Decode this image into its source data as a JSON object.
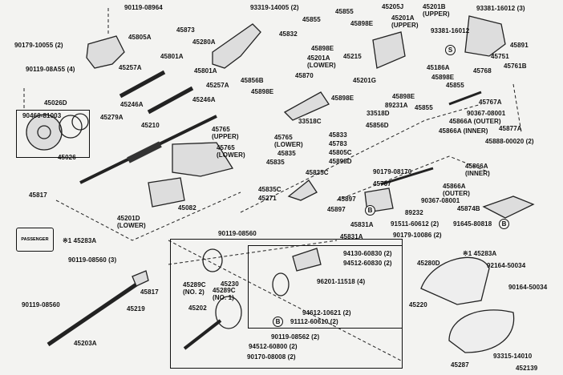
{
  "diagram_type": "exploded parts diagram (steering column)",
  "passenger_box_text": "PASSENGER",
  "circle_marks": {
    "s": "S",
    "b": "B"
  },
  "labels": [
    "90119-08964",
    "90179-10055 (2)",
    "45805A",
    "90119-08A55 (4)",
    "45873",
    "45280A",
    "45801A",
    "45801A",
    "45257A",
    "45257A",
    "45246A",
    "45246A",
    "45279A",
    "45210",
    "45026D",
    "90460-81003",
    "45026",
    "93319-14005 (2)",
    "45832",
    "45855",
    "45855",
    "45898E",
    "45898E",
    "45201A\n(LOWER)",
    "45215",
    "45201G",
    "45856B",
    "45898E",
    "45870",
    "45898E",
    "33518C",
    "33518D",
    "45856D",
    "45205J",
    "45201A\n(UPPER)",
    "45201B\n(UPPER)",
    "93381-16012",
    "45186A",
    "93381-16012 (3)",
    "45891",
    "45751",
    "45761B",
    "45768",
    "45898E",
    "45855",
    "45898E",
    "89231A",
    "45855",
    "45767A",
    "90367-08001",
    "45866A (OUTER)",
    "45866A (INNER)",
    "45877A",
    "45888-00020 (2)",
    "45765\n(UPPER)",
    "45765\n(LOWER)",
    "45765\n(LOWER)",
    "45835",
    "45835",
    "45833",
    "45783",
    "45805C",
    "45898D",
    "45835C",
    "45835C",
    "45271",
    "45897",
    "45897",
    "45831A",
    "45831A",
    "90119-08560",
    "45082",
    "45817",
    "45201D\n(LOWER)",
    "※1 45283A",
    "90179-08170",
    "45767",
    "89232",
    "91511-60612 (2)",
    "90179-10086 (2)",
    "90367-08001",
    "45866A\n(OUTER)",
    "45866A\n(INNER)",
    "45874B",
    "91645-80818",
    "90119-08560 (3)",
    "45817",
    "45219",
    "90119-08560",
    "45203A",
    "45289C\n(NO. 2)",
    "45230",
    "45289C\n(NO. 1)",
    "45202",
    "94130-60830 (2)",
    "94512-60830 (2)",
    "96201-11518 (4)",
    "94612-10621 (2)",
    "91112-60610 (2)",
    "90119-08562 (2)",
    "94512-60800 (2)",
    "90170-08008 (2)",
    "45220",
    "※1 45283A",
    "45280D",
    "92164-50034",
    "90164-50034",
    "45287",
    "93315-14010",
    "452139"
  ]
}
